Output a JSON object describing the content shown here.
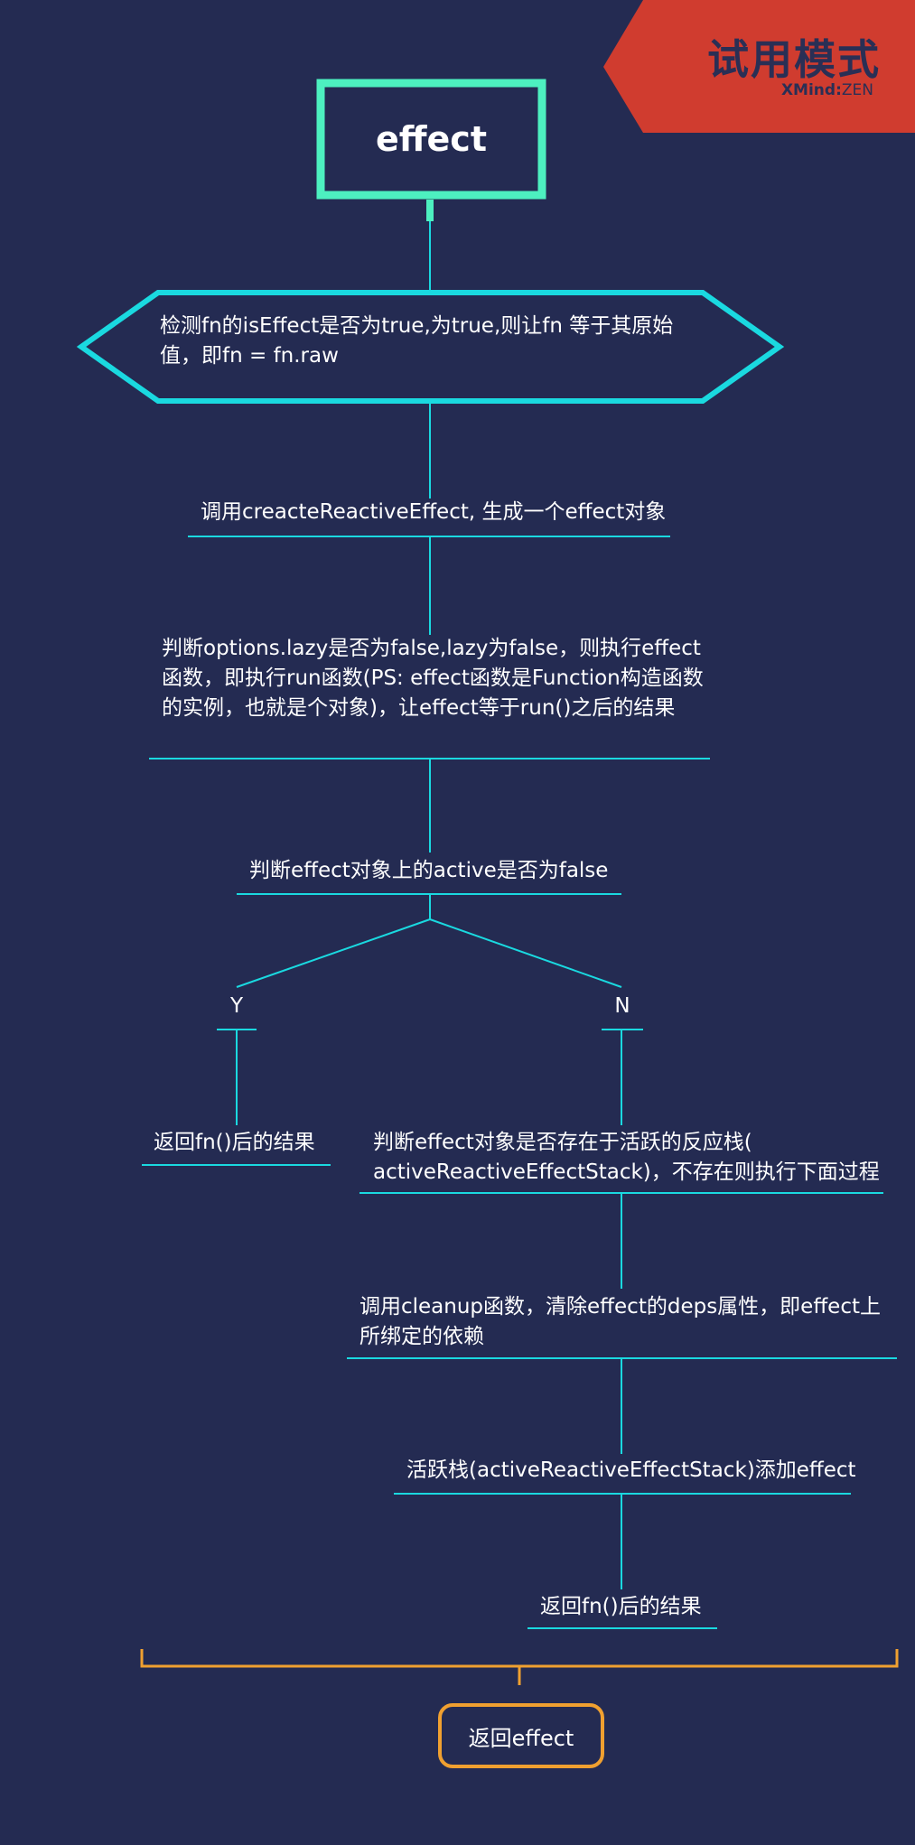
{
  "watermark": {
    "title": "试用模式",
    "brand": "XMind",
    "brand_suffix": "ZEN",
    "color": "#d03c2f"
  },
  "colors": {
    "background": "#242b52",
    "root_border": "#4df0c0",
    "line": "#1ad9e0",
    "result_border": "#f0a030"
  },
  "flow": {
    "root": "effect",
    "check_is_effect": "检测fn的isEffect是否为true,为true,则让fn 等于其原始值，即fn = fn.raw",
    "create_reactive_effect": "调用creacteReactiveEffect, 生成一个effect对象",
    "check_lazy": "判断options.lazy是否为false,lazy为false，则执行effect函数，即执行run函数(PS: effect函数是Function构造函数的实例，也就是个对象)，让effect等于run()之后的结果",
    "check_active": "判断effect对象上的active是否为false",
    "branch_yes": "Y",
    "branch_no": "N",
    "yes_result": "返回fn()后的结果",
    "check_stack": "判断effect对象是否存在于活跃的反应栈( activeReactiveEffectStack)，不存在则执行下面过程",
    "cleanup": "调用cleanup函数，清除effect的deps属性，即effect上所绑定的依赖",
    "push_stack": "活跃栈(activeReactiveEffectStack)添加effect",
    "no_result": "返回fn()后的结果",
    "final_result": "返回effect"
  }
}
